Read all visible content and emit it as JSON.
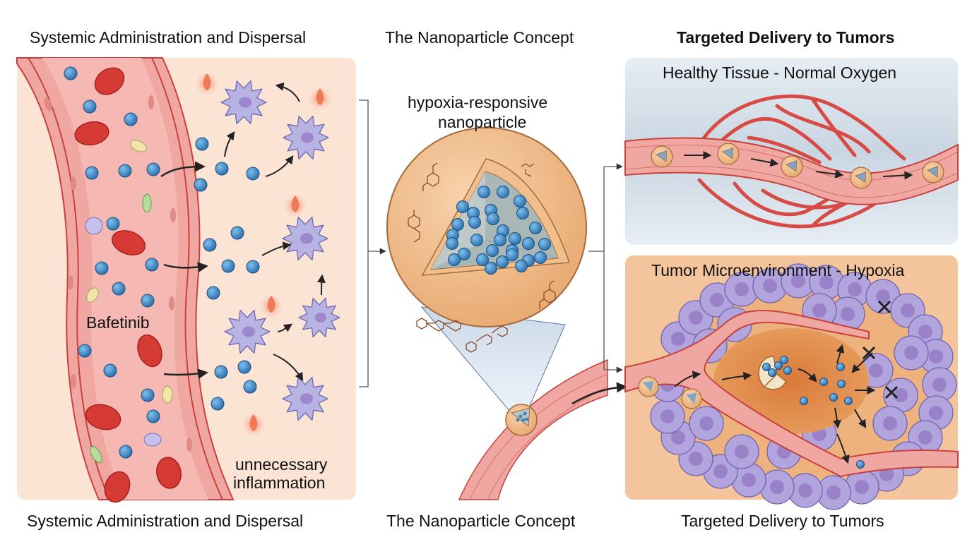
{
  "headers": {
    "left": "Systemic Administration and Dispersal",
    "middle": "The Nanoparticle Concept",
    "right": "Targeted Delivery to Tumors"
  },
  "footers": {
    "left": "Systemic Administration and Dispersal",
    "middle": "The Nanoparticle Concept",
    "right": "Targeted Delivery to Tumors"
  },
  "left_panel": {
    "drug_label": "Bafetinib",
    "inflammation_label_line1": "unnecessary",
    "inflammation_label_line2": "inflammation"
  },
  "middle_panel": {
    "nanoparticle_label_line1": "hypoxia-responsive",
    "nanoparticle_label_line2": "nanoparticle"
  },
  "right_panel": {
    "healthy_title": "Healthy Tissue - Normal Oxygen",
    "tumor_title": "Tumor Microenvironment - Hypoxia"
  },
  "colors": {
    "left_bg": "#fbe4d4",
    "healthy_bg": "#dbe5ee",
    "tumor_bg": "#f4c59c",
    "vessel": "#e98a86",
    "vessel_dark": "#c8413c",
    "rbc": "#d63a35",
    "drug": "#3a86c4",
    "immune_cell": "#b7b3e3",
    "tumor_cell": "#a99ad6",
    "shell": "#f0b984"
  }
}
